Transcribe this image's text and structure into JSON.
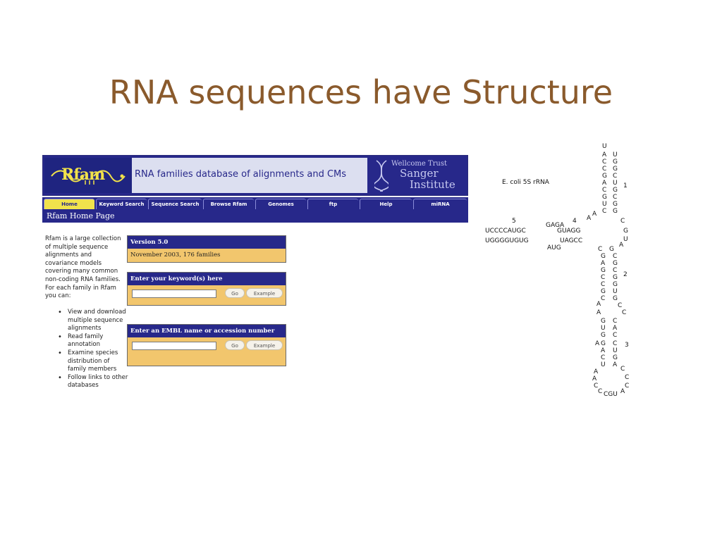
{
  "slide": {
    "title": "RNA sequences have Structure"
  },
  "rfam": {
    "logo": "Rfam",
    "tagline": "RNA families database of alignments and CMs",
    "sanger": {
      "line1": "Wellcome Trust",
      "line2": "Sanger",
      "line3": "Institute"
    },
    "nav": [
      "Home",
      "Keyword Search",
      "Sequence Search",
      "Browse Rfam",
      "Genomes",
      "ftp",
      "Help",
      "miRNA"
    ],
    "subheader": "Rfam Home Page",
    "intro": "Rfam is a large collection of multiple sequence alignments and covariance models covering many common non-coding RNA families. For each family in Rfam you can:",
    "bullets": [
      "View and download multiple sequence alignments",
      "Read family annotation",
      "Examine species distribution of family members",
      "Follow links to other databases"
    ],
    "version_panel": {
      "title": "Version 5.0",
      "text": "November 2003, 176 families"
    },
    "keyword_panel": {
      "title": "Enter your keyword(s) here",
      "go": "Go",
      "example": "Example"
    },
    "embl_panel": {
      "title": "Enter an EMBL name or accession number",
      "go": "Go",
      "example": "Example"
    }
  },
  "rna": {
    "label": "E. coli 5S rRNA",
    "helix_numbers": [
      "1",
      "2",
      "3",
      "4",
      "5"
    ]
  }
}
